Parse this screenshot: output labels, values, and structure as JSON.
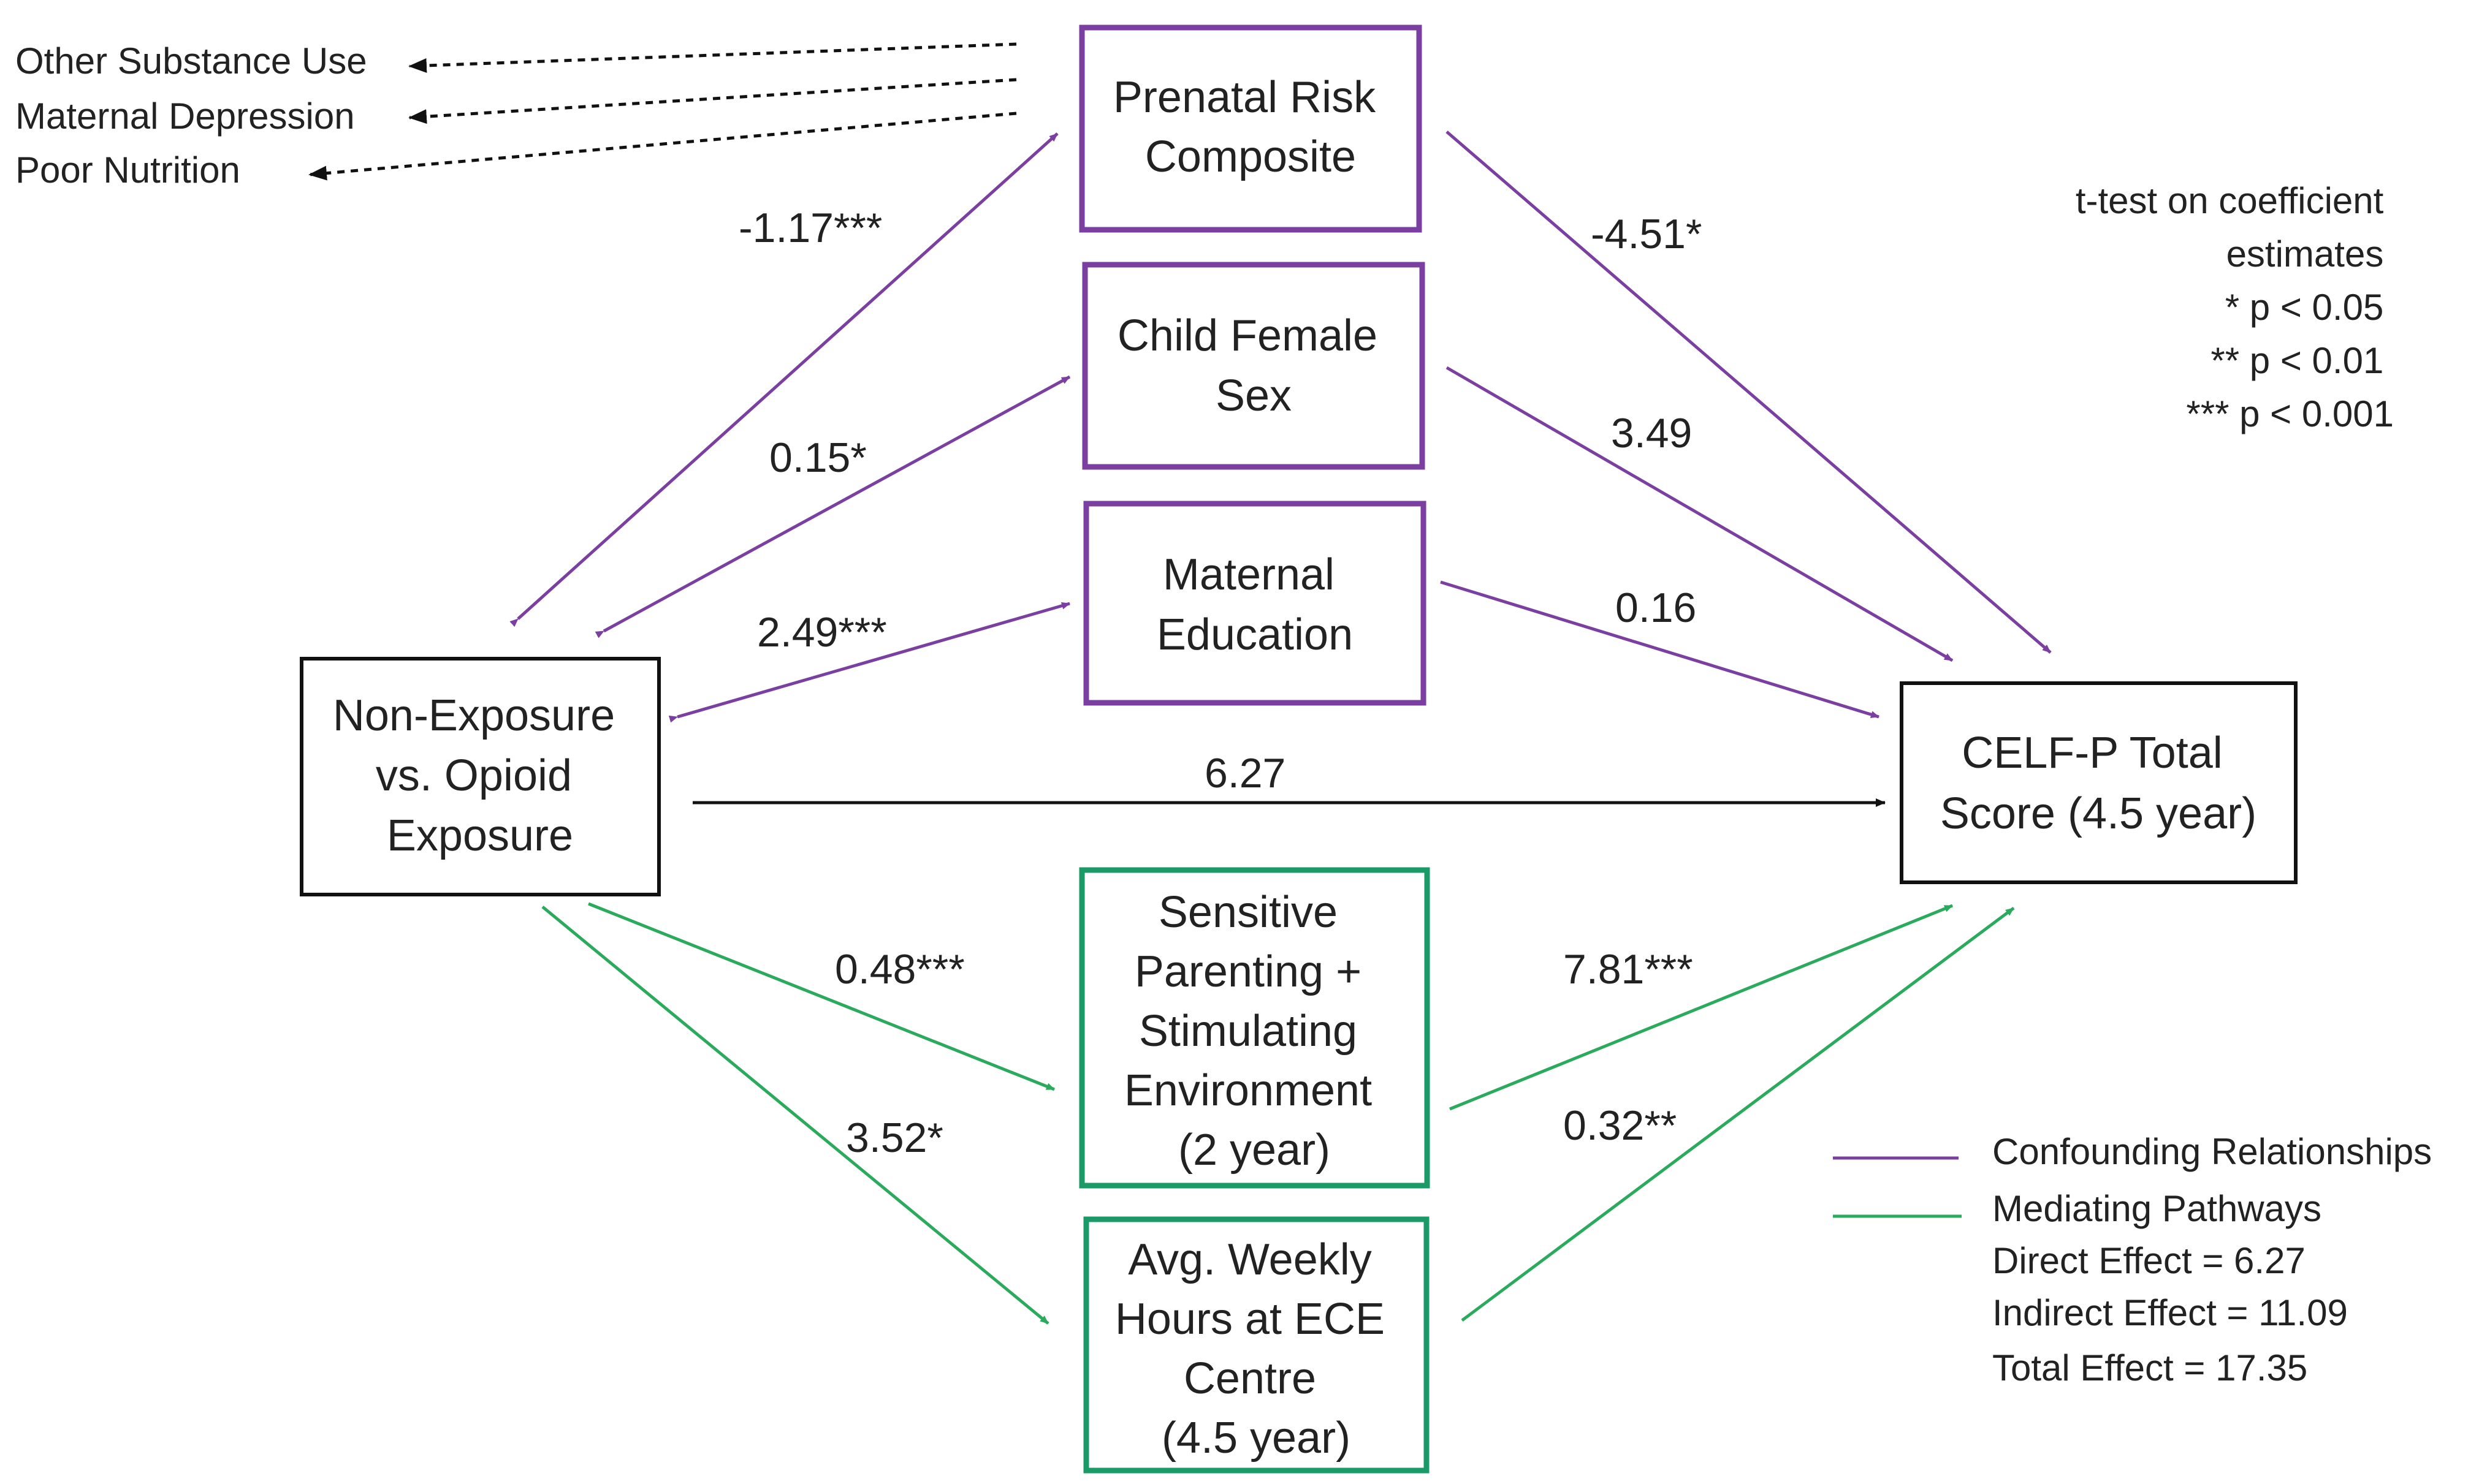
{
  "colors": {
    "confounder": "#7a3fa0",
    "mediator": "#2aaa5c",
    "mediator_box": "#1a9a66",
    "neutral": "#111111",
    "text": "#222222"
  },
  "other_confounders": {
    "items": [
      "Other Substance Use",
      "Maternal Depression",
      "Poor Nutrition"
    ]
  },
  "nodes": {
    "exposure": {
      "lines": [
        "Non-Exposure",
        "vs. Opioid",
        "Exposure"
      ]
    },
    "outcome": {
      "lines": [
        "CELF-P Total",
        "Score (4.5 year)"
      ]
    },
    "prenatal_risk": {
      "lines": [
        "Prenatal Risk",
        "Composite"
      ]
    },
    "child_sex": {
      "lines": [
        "Child Female",
        "Sex"
      ]
    },
    "maternal_education": {
      "lines": [
        "Maternal",
        "Education"
      ]
    },
    "parenting": {
      "lines": [
        "Sensitive",
        "Parenting +",
        "Stimulating",
        "Environment",
        "(2 year)"
      ]
    },
    "ece_hours": {
      "lines": [
        "Avg. Weekly",
        "Hours at ECE",
        "Centre",
        "(4.5 year)"
      ]
    }
  },
  "coefficients": {
    "exposure_prenatal": "-1.17***",
    "exposure_sex": "0.15*",
    "exposure_education": "2.49***",
    "prenatal_outcome": "-4.51*",
    "sex_outcome": "3.49",
    "education_outcome": "0.16",
    "direct": "6.27",
    "exposure_parenting": "0.48***",
    "exposure_ece": "3.52*",
    "parenting_outcome": "7.81***",
    "ece_outcome": "0.32**"
  },
  "significance_note": {
    "lines": [
      "t-test on coefficient",
      "estimates",
      "* p < 0.05",
      "** p < 0.01",
      "*** p < 0.001"
    ]
  },
  "legend": {
    "confounding": "Confounding Relationships",
    "mediating": "Mediating Pathways",
    "direct_effect": "Direct Effect = 6.27",
    "indirect_effect": "Indirect Effect = 11.09",
    "total_effect": "Total Effect = 17.35"
  }
}
